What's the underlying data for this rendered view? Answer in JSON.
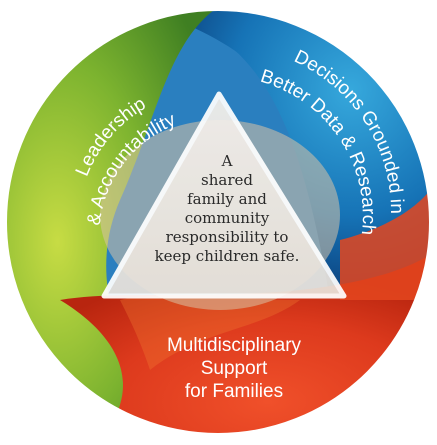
{
  "center": {
    "lines": [
      "A",
      "shared",
      "family and",
      "community",
      "responsibility to",
      "keep children safe."
    ]
  },
  "segments": {
    "green": {
      "line1": "Leadership",
      "line2": "& Accountability"
    },
    "blue": {
      "line1": "Decisions Grounded in",
      "line2": "Better Data & Research"
    },
    "red": {
      "lines": [
        "Multidisciplinary",
        "Support",
        "for Families"
      ]
    }
  },
  "colors": {
    "green": "#6fae2e",
    "green_light": "#b8d43a",
    "blue": "#1b7fc0",
    "blue_dark": "#0e4f8f",
    "red": "#e0401e",
    "orange": "#f27a22"
  }
}
